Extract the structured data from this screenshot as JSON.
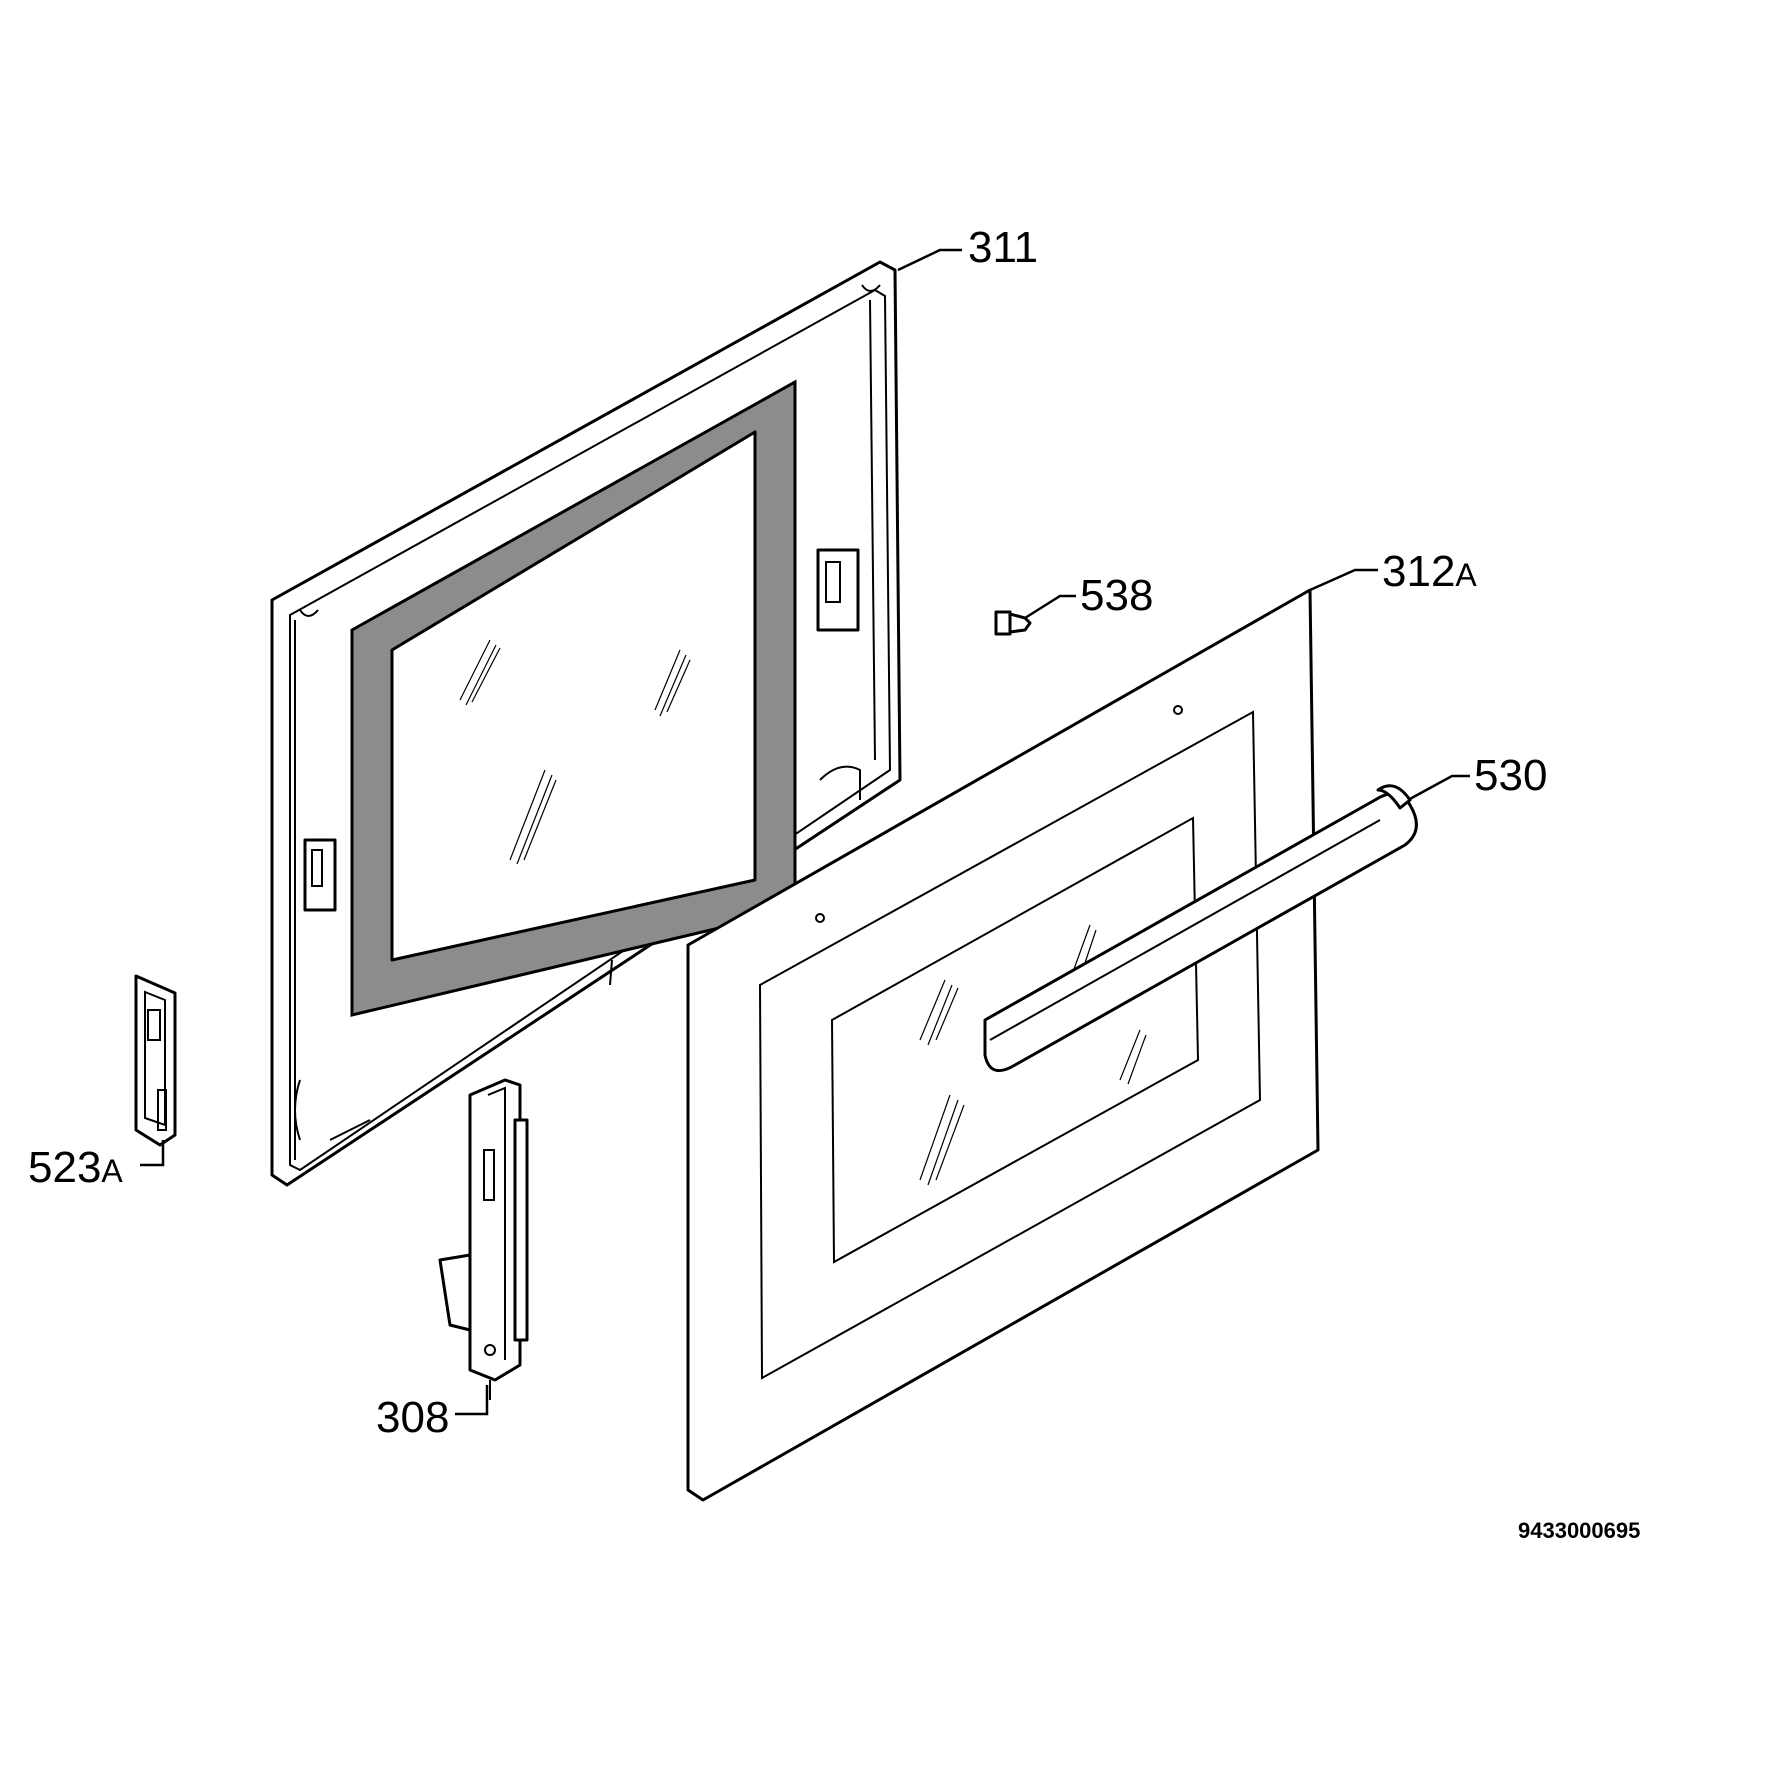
{
  "callouts": [
    {
      "id": "311",
      "number": "311",
      "suffix": ""
    },
    {
      "id": "312A",
      "number": "312",
      "suffix": "A"
    },
    {
      "id": "538",
      "number": "538",
      "suffix": ""
    },
    {
      "id": "530",
      "number": "530",
      "suffix": ""
    },
    {
      "id": "523A",
      "number": "523",
      "suffix": "A"
    },
    {
      "id": "308",
      "number": "308",
      "suffix": ""
    }
  ],
  "document_number": "9433000695"
}
